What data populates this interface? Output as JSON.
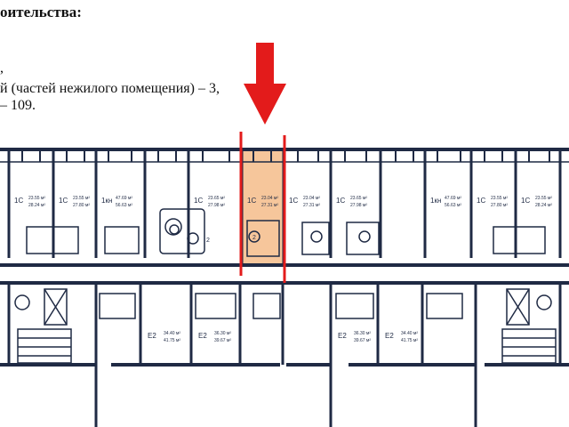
{
  "document": {
    "heading": "оительства:",
    "line_comma": ",",
    "line_commercial": "й (частей нежилого помещения) – 3,",
    "line_count": "– 109."
  },
  "plan": {
    "colors": {
      "wall": "#1f2a44",
      "highlight_fill": "#f6c69b",
      "marker_red": "#e31b1b"
    },
    "top_units": [
      {
        "type": "1С",
        "area_a": "23.55 м²",
        "area_b": "28.24 м²"
      },
      {
        "type": "1С",
        "area_a": "23.55 м²",
        "area_b": "27.80 м²"
      },
      {
        "type": "1кн",
        "area_a": "47.69 м²",
        "area_b": "56.63 м²"
      },
      {
        "type": "1С",
        "area_a": "23.65 м²",
        "area_b": "27.98 м²"
      },
      {
        "type": "1С",
        "area_a": "23.04 м²",
        "area_b": "27.31 м²",
        "highlighted": true
      },
      {
        "type": "1С",
        "area_a": "23.04 м²",
        "area_b": "27.31 м²"
      },
      {
        "type": "1С",
        "area_a": "23.65 м²",
        "area_b": "27.98 м²"
      },
      {
        "type": "1кн",
        "area_a": "47.69 м²",
        "area_b": "56.63 м²"
      },
      {
        "type": "1С",
        "area_a": "23.55 м²",
        "area_b": "27.80 м²"
      },
      {
        "type": "1С",
        "area_a": "23.55 м²",
        "area_b": "28.24 м²"
      }
    ],
    "bottom_units": [
      {
        "type": "Е2",
        "area_a": "34.40 м²",
        "area_b": "41.75 м²"
      },
      {
        "type": "Е2",
        "area_a": "36.30 м²",
        "area_b": "39.67 м²"
      },
      {
        "type": "Е2",
        "area_a": "36.30 м²",
        "area_b": "39.67 м²"
      },
      {
        "type": "Е2",
        "area_a": "34.40 м²",
        "area_b": "41.75 м²"
      }
    ],
    "room_number": "2"
  }
}
